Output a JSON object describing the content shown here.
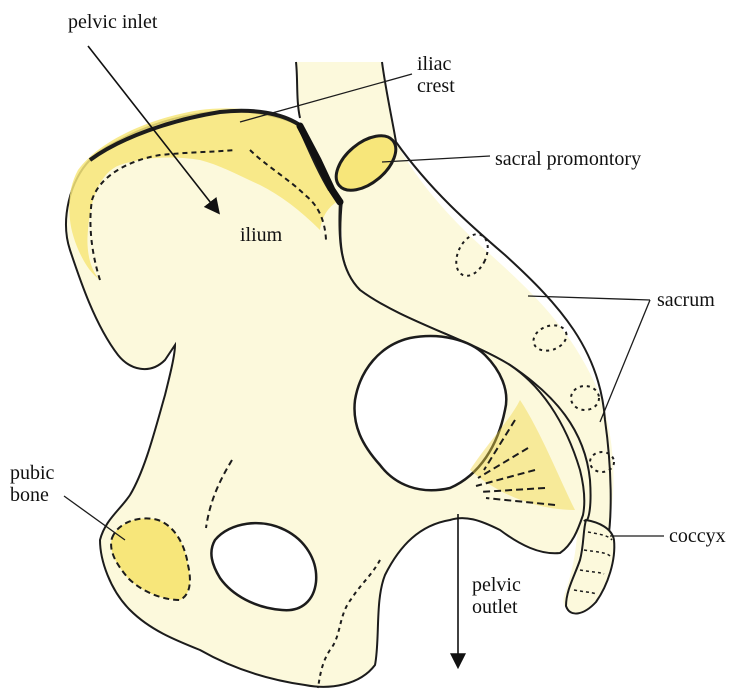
{
  "labels": {
    "pelvic_inlet": "pelvic inlet",
    "iliac_crest": "iliac\ncrest",
    "sacral_promontory": "sacral promontory",
    "ilium": "ilium",
    "sacrum": "sacrum",
    "pubic_bone": "pubic\nbone",
    "coccyx": "coccyx",
    "pelvic_outlet": "pelvic\noutlet"
  },
  "colors": {
    "bone_fill": "#fbf6cf",
    "bone_highlight": "#f7e67a",
    "ligament": "#f2d648",
    "outline": "#1c1c1c",
    "background": "#ffffff"
  }
}
